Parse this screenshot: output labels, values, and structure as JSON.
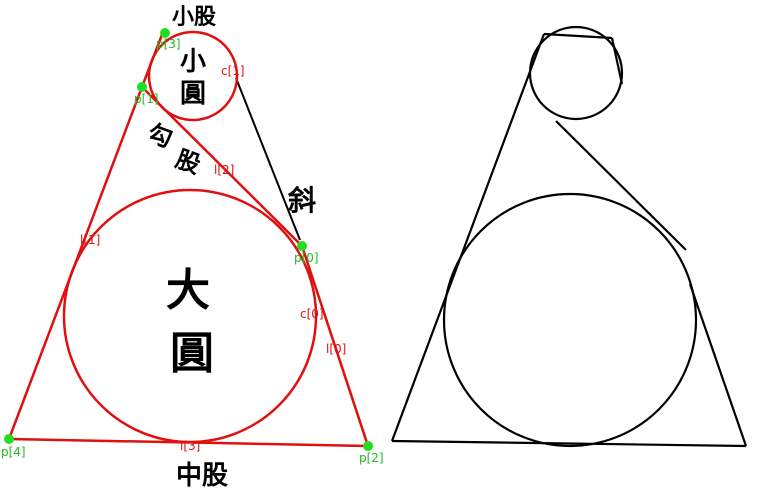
{
  "colors": {
    "annotation": "#e01010",
    "point": "#22dd22",
    "ink": "#000000",
    "background": "#ffffff"
  },
  "left_figure": {
    "chinese_labels": {
      "small_circle_1": "小",
      "small_circle_2": "圓",
      "large_circle_1": "大",
      "large_circle_2": "圓",
      "top": "小股",
      "diagonal_1": "勾",
      "diagonal_2": "股",
      "slant": "斜",
      "bottom": "中股"
    },
    "point_labels": [
      "p[0]",
      "p[1]",
      "p[2]",
      "p[3]",
      "p[4]"
    ],
    "line_labels": [
      "l[0]",
      "l[1]",
      "l[2]",
      "l[3]"
    ],
    "circle_labels": [
      "c[0]",
      "c[1]"
    ]
  }
}
